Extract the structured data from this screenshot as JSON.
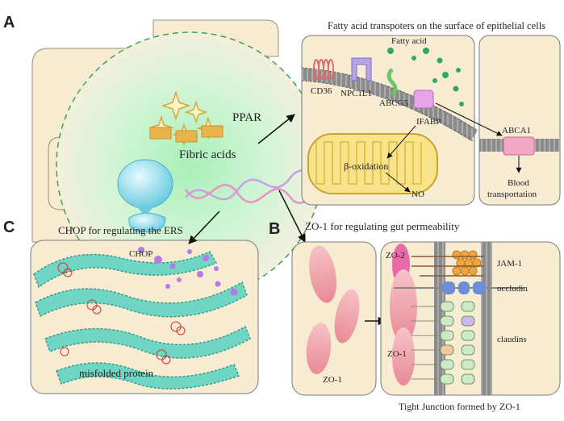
{
  "panels": {
    "a": {
      "letter": "A",
      "title": "Fatty acid transpoters on the surface of epithelial cells",
      "center": {
        "ppar": "PPAR",
        "fibric": "Fibric acids"
      },
      "membrane": {
        "fatty_acid": "Fatty acid",
        "cd36": "CD36",
        "npc1l1": "NPC1L1",
        "abcg5": "ABCG5",
        "ifabp": "IFABP",
        "beta_oxidation": "β-oxidation",
        "no": "NO"
      },
      "side": {
        "abca1": "ABCA1",
        "blood1": "Blood",
        "blood2": "transportation"
      }
    },
    "b": {
      "letter": "B",
      "title": "ZO-1 for regulating gut permeability",
      "zo1_left": "ZO-1",
      "zo2": "ZO-2",
      "zo1_right": "ZO-1",
      "jam": "JAM-1",
      "occludin": "occludin",
      "claudins": "claudins",
      "caption": "Tight Junction formed by ZO-1"
    },
    "c": {
      "letter": "C",
      "title": "CHOP for regulating the ERS",
      "chop": "CHOP",
      "misfolded": "misfolded protein"
    }
  },
  "colors": {
    "cell_fill": "#f7ecd2",
    "nucleus": "#bff0c8",
    "er": "#6fd6c4",
    "zo": "#f2a3ad",
    "membrane": "#9a9a9a",
    "purple": "#b57be0",
    "green_dot": "#2ea864"
  }
}
